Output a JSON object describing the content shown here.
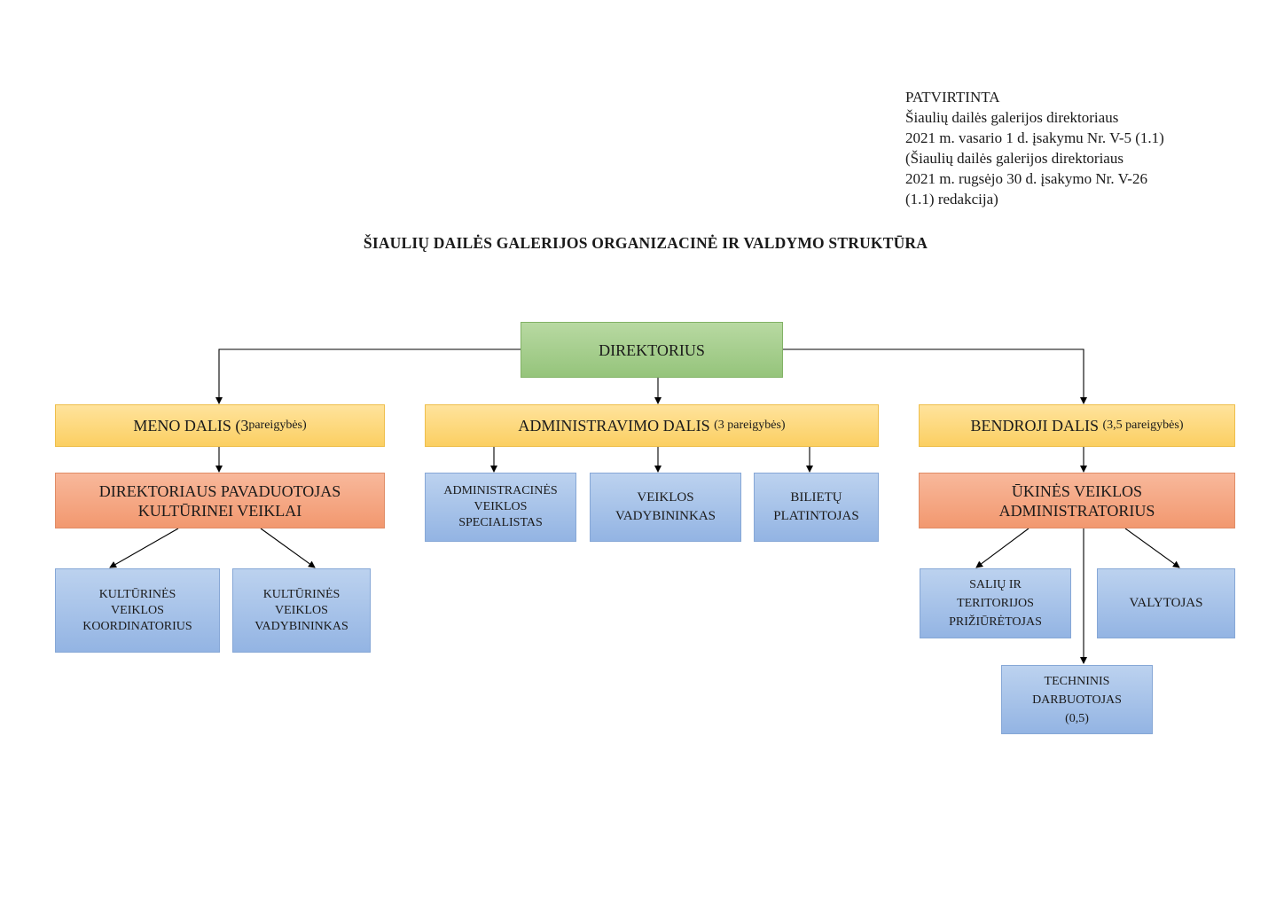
{
  "approval": {
    "lines": [
      "PATVIRTINTA",
      "Šiaulių dailės galerijos direktoriaus",
      "2021 m. vasario 1 d. įsakymu Nr. V-5 (1.1)",
      "(Šiaulių dailės galerijos direktoriaus",
      "2021 m.  rugsėjo 30 d. įsakymo Nr. V-26",
      "(1.1) redakcija)"
    ]
  },
  "title": "ŠIAULIŲ DAILĖS GALERIJOS ORGANIZACINĖ IR VALDYMO STRUKTŪRA",
  "nodes": {
    "director": "DIREKTORIUS",
    "meno": {
      "name": "MENO DALIS",
      "count": "(3 ",
      "count_word": "pareigybės)"
    },
    "admin": {
      "name": "ADMINISTRAVIMO DALIS",
      "count": "(3 pareigybės)"
    },
    "bendroji": {
      "name": "BENDROJI DALIS",
      "count": "(3,5 pareigybės)"
    },
    "deputy": [
      "DIREKTORIAUS PAVADUOTOJAS",
      "KULTŪRINEI VEIKLAI"
    ],
    "coordinator": [
      "KULTŪRINĖS",
      "VEIKLOS",
      "KOORDINATORIUS"
    ],
    "culture_manager": [
      "KULTŪRINĖS",
      "VEIKLOS",
      "VADYBININKAS"
    ],
    "admin_specialist": [
      "ADMINISTRACINĖS",
      "VEIKLOS",
      "SPECIALISTAS"
    ],
    "activity_manager": [
      "VEIKLOS",
      "VADYBININKAS"
    ],
    "ticket_seller": [
      "BILIETŲ",
      "PLATINTOJAS"
    ],
    "economic_admin": [
      "ŪKINĖS VEIKLOS",
      "ADMINISTRATORIUS"
    ],
    "grounds_keeper": [
      "SALIŲ IR",
      "TERITORIJOS",
      "PRIŽIŪRĖTOJAS"
    ],
    "cleaner": "VALYTOJAS",
    "technician": [
      "TECHNINIS",
      "DARBUOTOJAS",
      "(0,5)"
    ]
  },
  "colors": {
    "director": "#a9d18e",
    "division": "#ffd966",
    "deputy": "#f4b183",
    "staff": "#9dc3e6",
    "connector": "#000000"
  }
}
